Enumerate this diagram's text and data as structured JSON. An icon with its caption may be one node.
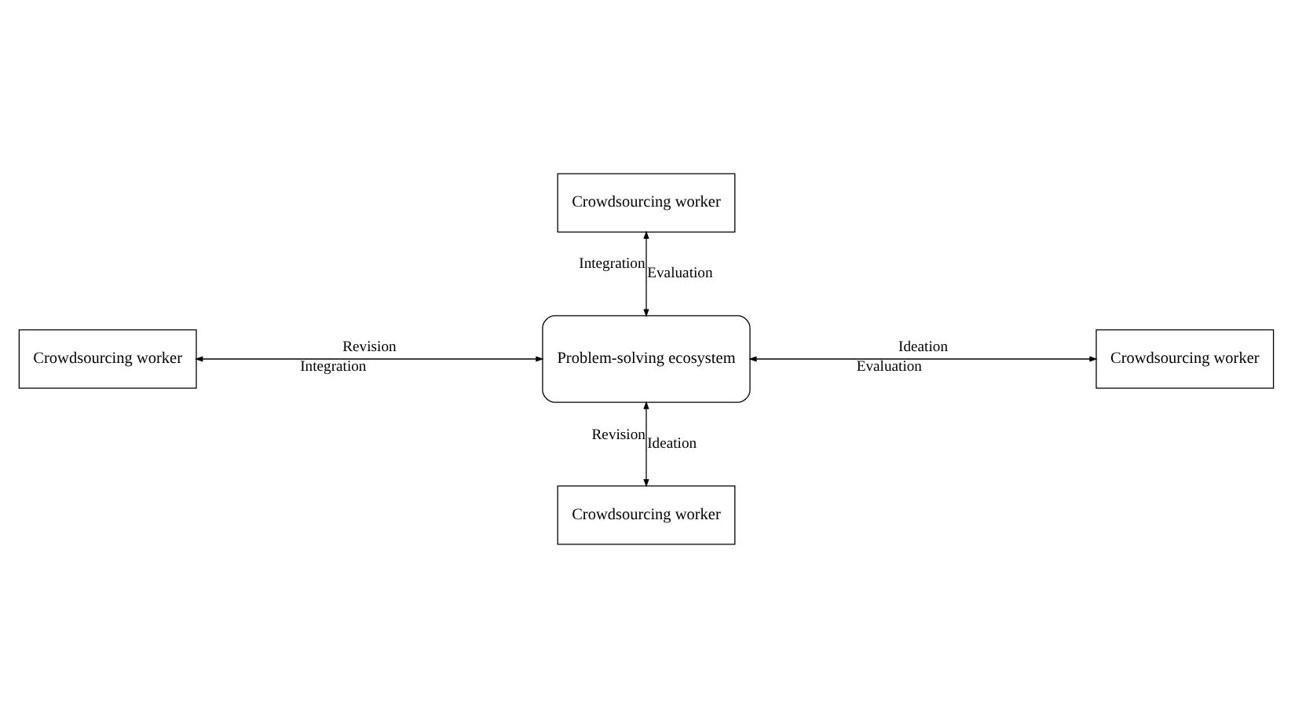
{
  "diagram": {
    "nodes": [
      {
        "text": [
          "Problem-solving ecosystem"
        ]
      },
      {
        "text": [
          "Crowdsourcing worker"
        ]
      },
      {
        "text": [
          "Crowdsourcing worker"
        ]
      },
      {
        "text": [
          "Crowdsourcing worker"
        ]
      },
      {
        "text": [
          "Crowdsourcing worker"
        ]
      }
    ],
    "edges": [
      {
        "from": 1,
        "to": 0,
        "arrow": "both",
        "label": "Evaluation"
      },
      {
        "from": 2,
        "to": 0,
        "arrow": "both",
        "label": "Revision"
      },
      {
        "from": 0,
        "to": 3,
        "arrow": "both",
        "label": "Ideation"
      },
      {
        "from": 0,
        "to": 4,
        "arrow": "both",
        "label": "Ideation"
      }
    ],
    "labels": [
      "Integration",
      "Integration",
      "Evaluation",
      "Revision"
    ]
  }
}
